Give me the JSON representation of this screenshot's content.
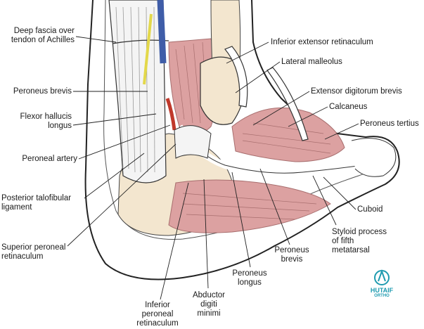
{
  "colors": {
    "muscle": "#dca1a1",
    "muscle_line": "#a86e6e",
    "bone": "#f3e6cf",
    "tendon": "#ffffff",
    "vein": "#3f5da8",
    "artery": "#c0392b",
    "nerve": "#e3d84a",
    "logo": "#1f9bb0"
  },
  "labels": {
    "deep_fascia": "Deep fascia over\ntendon of Achilles",
    "peroneus_brevis_upper": "Peroneus brevis",
    "flexor_hallucis": "Flexor hallucis\nlongus",
    "peroneal_artery": "Peroneal artery",
    "posterior_talofibular": "Posterior talofibular\nligament",
    "superior_peroneal": "Superior peroneal\nretinaculum",
    "inferior_peroneal": "Inferior\nperoneal\nretinaculum",
    "abductor_digiti": "Abductor\ndigiti\nminimi",
    "peroneus_longus": "Peroneus\nlongus",
    "peroneus_brevis_lower": "Peroneus\nbrevis",
    "styloid_process": "Styloid process\nof fifth\nmetatarsal",
    "cuboid": "Cuboid",
    "peroneus_tertius": "Peroneus tertius",
    "calcaneus": "Calcaneus",
    "extensor_digitorum": "Extensor digitorum brevis",
    "lateral_malleolus": "Lateral malleolus",
    "inferior_extensor": "Inferior extensor retinaculum"
  },
  "logo": {
    "name": "HUTAIF",
    "tagline": "ORTHO"
  }
}
